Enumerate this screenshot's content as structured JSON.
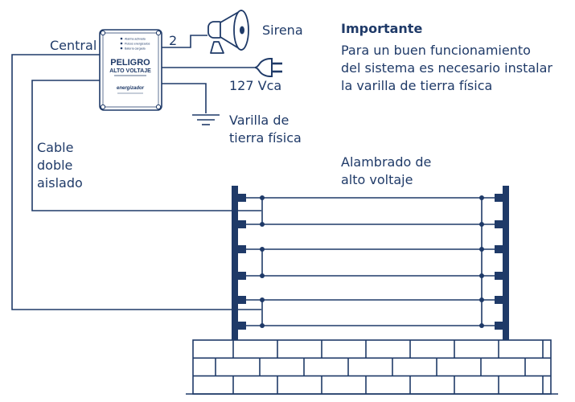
{
  "labels": {
    "central": "Central",
    "siren": "Sirena",
    "siren_wires": "2",
    "power": "127 Vca",
    "ground": "Varilla de\ntierra física",
    "cable": "Cable\ndoble\naislado",
    "fence": "Alambrado de\nalto voltaje"
  },
  "note": {
    "title": "Importante",
    "text": "Para un buen funcionamiento\ndel sistema es necesario instalar\nla varilla de tierra física"
  },
  "device": {
    "indicators": [
      "Alarma activada",
      "Pulsos energizados",
      "Batería cargada"
    ],
    "warning_line1": "PELIGRO",
    "warning_line2": "ALTO VOLTAJE",
    "brand": "energizador"
  },
  "colors": {
    "primary": "#1f3a68",
    "line": "#1f3a68"
  }
}
